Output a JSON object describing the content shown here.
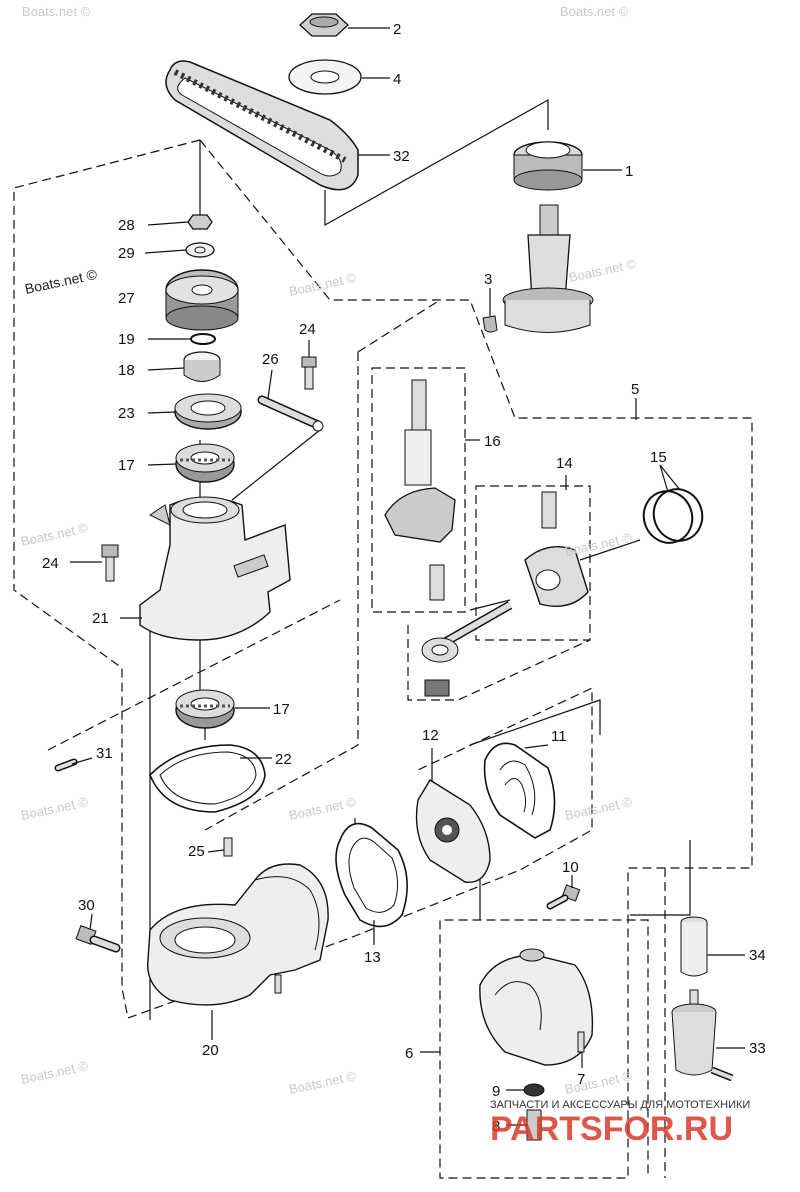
{
  "watermark": {
    "text": "Boats.net ©",
    "label": "Boats.net ©"
  },
  "brand": {
    "subtitle": "ЗАПЧАСТИ И АКСЕССУАРЫ ДЛЯ МОТОТЕХНИКИ",
    "logo": "PARTSFOR.RU"
  },
  "callouts": [
    "1",
    "2",
    "3",
    "4",
    "5",
    "6",
    "7",
    "8",
    "9",
    "10",
    "11",
    "12",
    "13",
    "14",
    "15",
    "16",
    "17",
    "17",
    "18",
    "19",
    "20",
    "21",
    "22",
    "23",
    "24",
    "24",
    "25",
    "26",
    "27",
    "28",
    "29",
    "30",
    "31",
    "32",
    "33",
    "34"
  ],
  "colors": {
    "line": "#111111",
    "watermark": "#c9c9c9",
    "brand": "#d93a2a"
  }
}
